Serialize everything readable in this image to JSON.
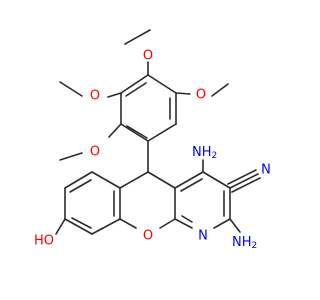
{
  "labels": {
    "o_methoxy_top": "O",
    "o_methoxy_upper_left": "O",
    "o_methoxy_right": "O",
    "o_methoxy_lower_left": "O",
    "nh2_upper": "NH",
    "nh2_upper_sub": "2",
    "nitrile_n": "N",
    "ho_hydroxyl": "HO",
    "o_pyran_ring": "O",
    "n_pyridine": "N",
    "nh2_lower": "NH",
    "nh2_lower_sub": "2"
  },
  "colors": {
    "bond": "#2b2b2b",
    "oxygen": "#ff0000",
    "nitrogen": "#0000ff"
  }
}
